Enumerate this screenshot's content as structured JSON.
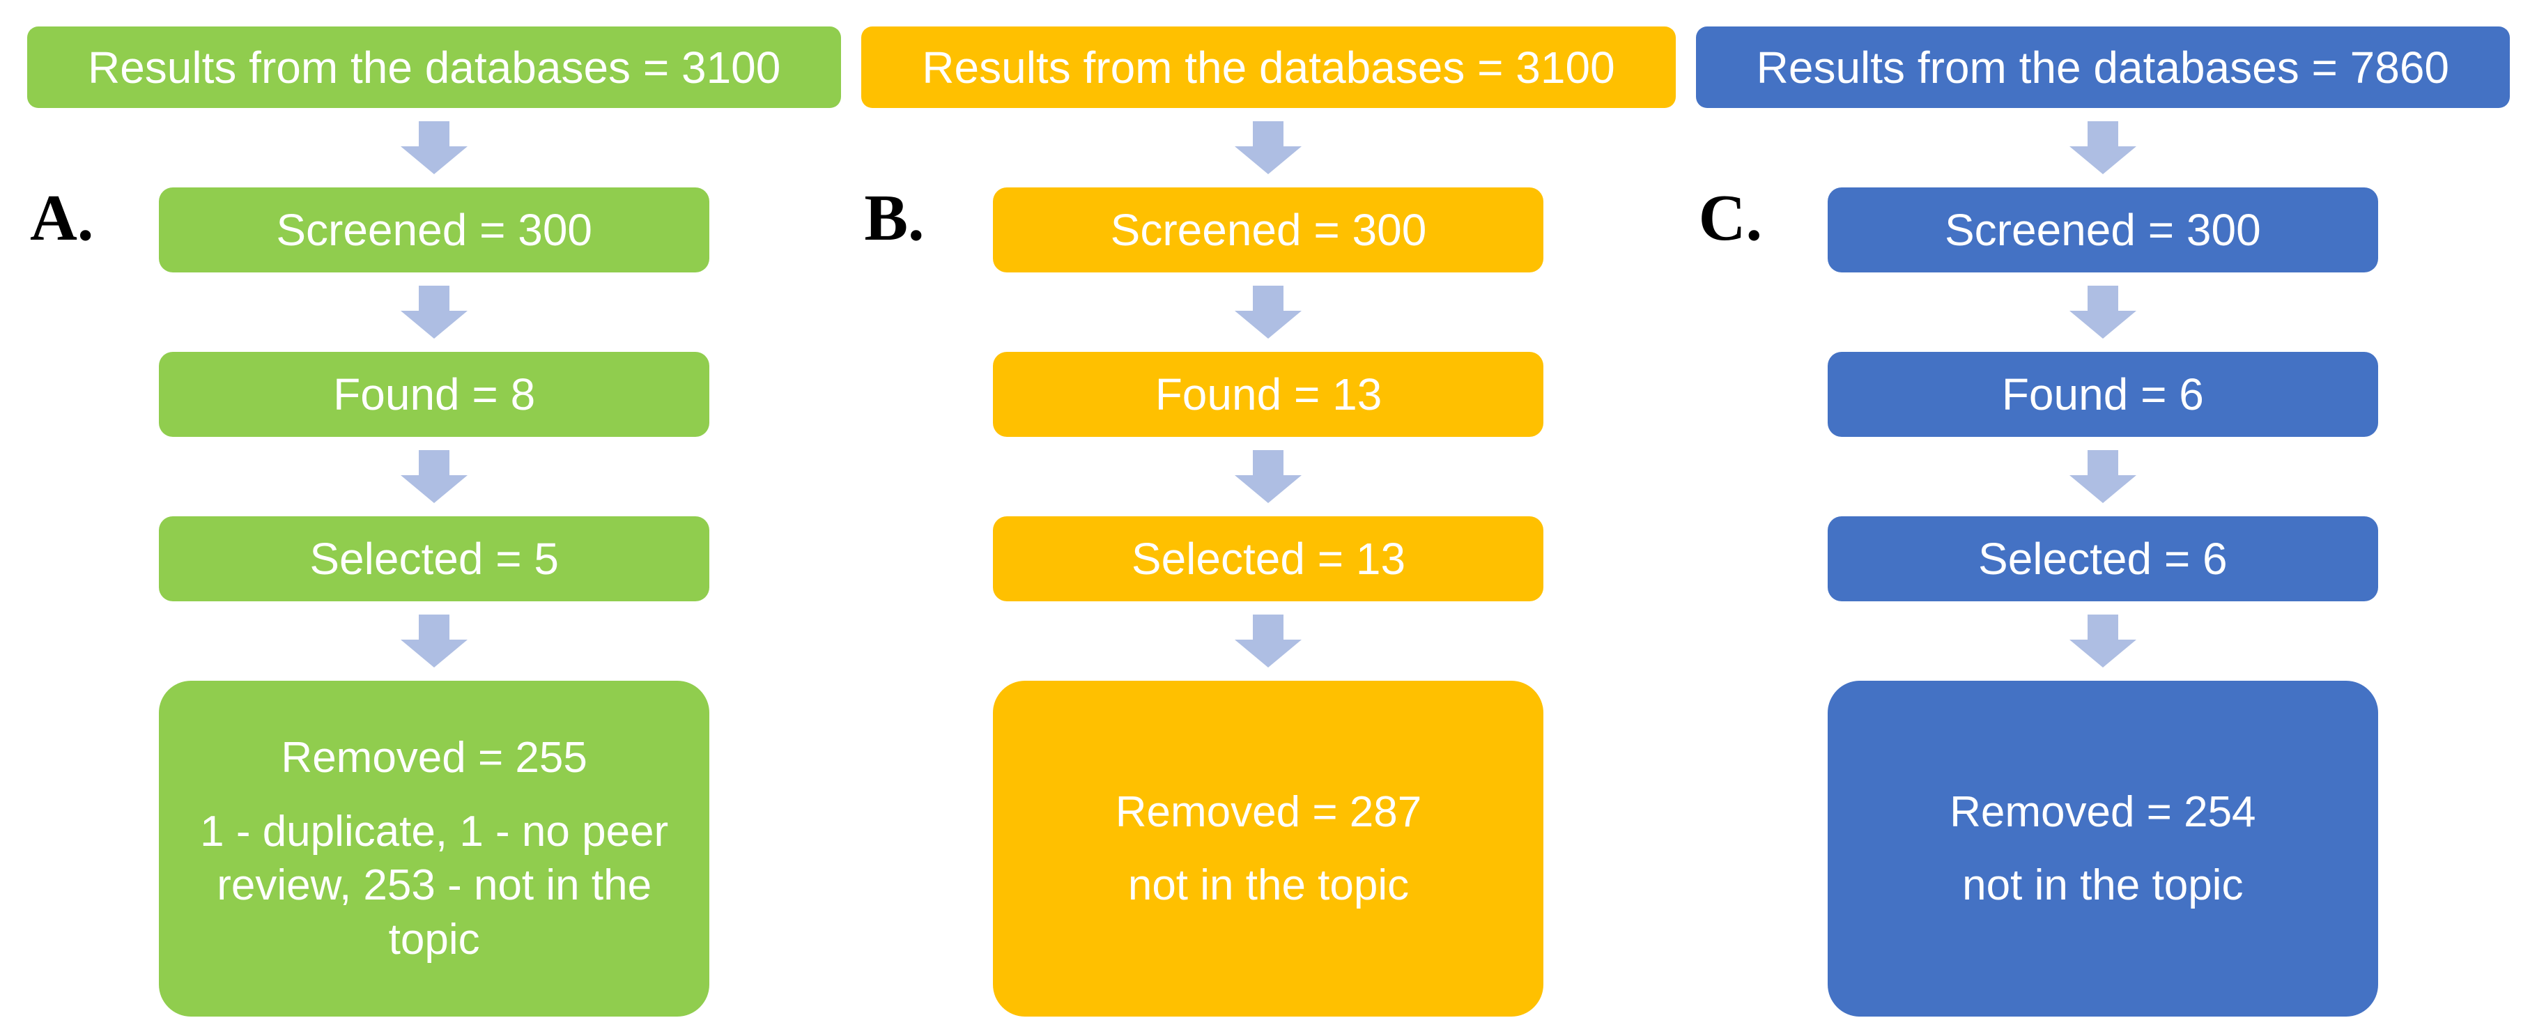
{
  "diagram": {
    "background": "#FFFFFF",
    "text_color": "#FFFFFF",
    "label_color": "#000000",
    "arrow_color": "#AEBEE3",
    "arrow_icon": "down-block-arrow",
    "columns": [
      {
        "label": "A.",
        "color": "#90CD4E",
        "top_label": "Results from the databases = 3100",
        "steps": [
          "Screened = 300",
          "Found = 8",
          "Selected = 5"
        ],
        "removed_title": "Removed = 255",
        "removed_detail": "1 - duplicate, 1 - no peer review, 253 - not in the topic"
      },
      {
        "label": "B.",
        "color": "#FFC000",
        "top_label": "Results from the databases = 3100",
        "steps": [
          "Screened = 300",
          "Found = 13",
          "Selected = 13"
        ],
        "removed_title": "Removed = 287",
        "removed_detail": "not in the topic"
      },
      {
        "label": "C.",
        "color": "#4472C4",
        "top_label": "Results from the databases = 7860",
        "steps": [
          "Screened = 300",
          "Found = 6",
          "Selected = 6"
        ],
        "removed_title": "Removed = 254",
        "removed_detail": "not in the topic"
      }
    ]
  }
}
